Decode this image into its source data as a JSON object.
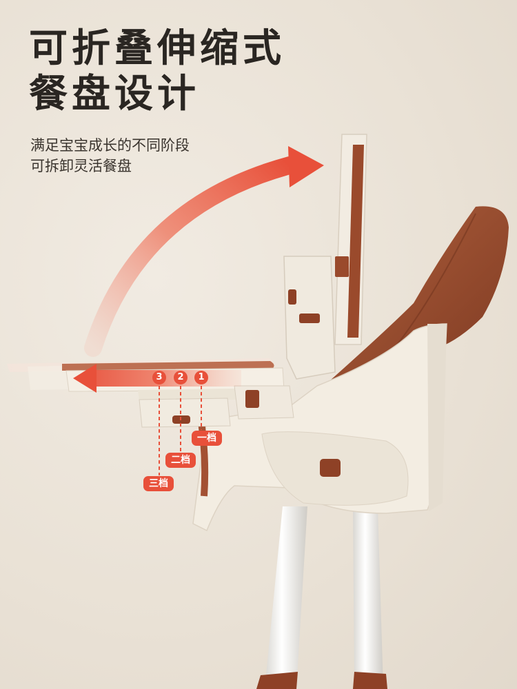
{
  "headline": {
    "line1": "可折叠伸缩式",
    "line2": "餐盘设计"
  },
  "subtitle": {
    "line1": "满足宝宝成长的不同阶段",
    "line2": "可拆卸灵活餐盘"
  },
  "positions": {
    "numbers": [
      "3",
      "2",
      "1"
    ],
    "labels": [
      "一档",
      "二档",
      "三档"
    ]
  },
  "colors": {
    "accent": "#e8503a",
    "leather": "#9a4a2c",
    "shell": "#f3ede2",
    "leg": "#f4f4f2"
  }
}
